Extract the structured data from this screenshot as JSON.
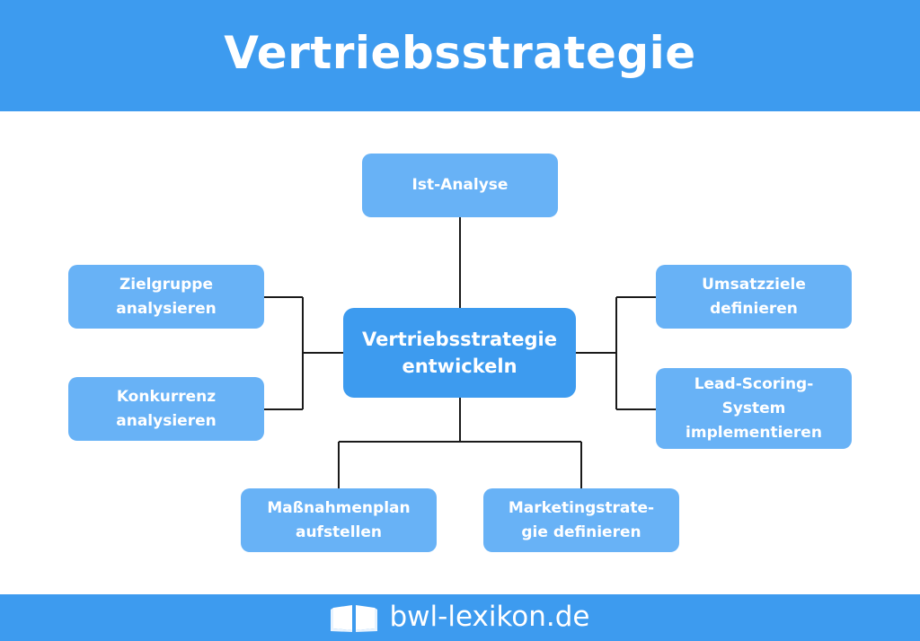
{
  "header": {
    "title": "Vertriebsstrategie"
  },
  "diagram": {
    "center": "Vertriebsstrategie\nentwickeln",
    "top": "Ist-Analyse",
    "left_top": "Zielgruppe\nanalysieren",
    "left_bottom": "Konkurrenz\nanalysieren",
    "right_top": "Umsatzziele\ndefinieren",
    "right_bottom": "Lead-Scoring-\nSystem\nimplementieren",
    "bottom_left": "Maßnahmenplan\naufstellen",
    "bottom_right": "Marketingstrate-\ngie definieren"
  },
  "footer": {
    "brand": "bwl-lexikon.de",
    "icon": "open-book-icon"
  },
  "colors": {
    "header_bg": "#3d9bef",
    "center_node": "#3d9bef",
    "node": "#68b2f6",
    "connector": "#1a1a1a"
  }
}
